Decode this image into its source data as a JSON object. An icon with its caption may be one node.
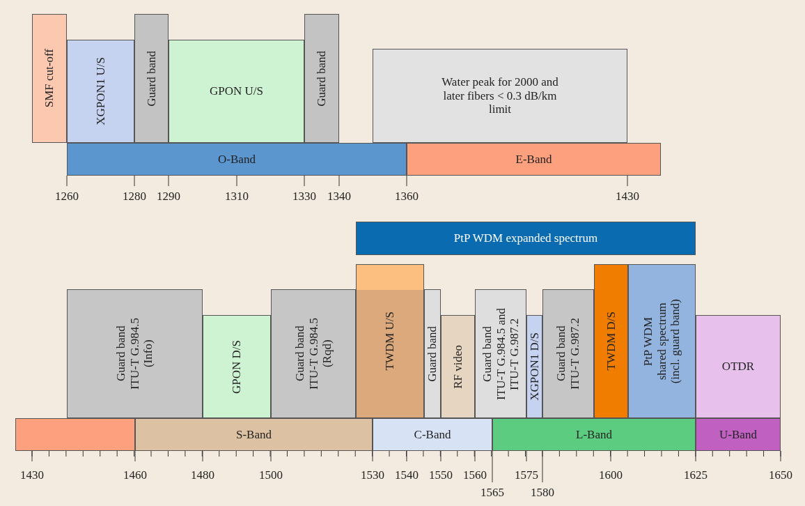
{
  "diagram": {
    "nodes": [
      {
        "text": [
          "SMF cut-off"
        ]
      },
      {
        "text": [
          "XGPON1 U/S"
        ]
      },
      {
        "text": [
          "Guard band"
        ]
      },
      {
        "text": [
          "GPON U/S"
        ]
      },
      {
        "text": [
          "Guard band"
        ]
      },
      {
        "text": [
          "Water peak for 2000 and later fibers < 0.3 dB/km limit"
        ]
      },
      {
        "text": [
          "O-Band"
        ]
      },
      {
        "text": [
          "E-Band"
        ]
      },
      {
        "text": [
          "PtP WDM expanded spectrum"
        ]
      },
      {
        "text": [
          "Guard band",
          "ITU-T G.984.5",
          "(Info)"
        ]
      },
      {
        "text": [
          "GPON D/S"
        ]
      },
      {
        "text": [
          "Guard band",
          "ITU-T G.984.5",
          "(Rqd)"
        ]
      },
      {
        "text": [
          "TWDM U/S"
        ]
      },
      {
        "text": [
          "Guard band"
        ]
      },
      {
        "text": [
          "RF video"
        ]
      },
      {
        "text": [
          "Guard band",
          "ITU-T G.984.5 and",
          "ITU-T G.987.2"
        ]
      },
      {
        "text": [
          "XGPON1 D/S"
        ]
      },
      {
        "text": [
          "Guard band",
          "ITU-T G.987.2"
        ]
      },
      {
        "text": [
          "TWDM D/S"
        ]
      },
      {
        "text": [
          "PtP WDM",
          "shared spectrum",
          "(incl. guard band)"
        ]
      },
      {
        "text": [
          "OTDR"
        ]
      },
      {
        "text": [],
        "shape": "bar"
      },
      {
        "text": [
          "S-Band"
        ]
      },
      {
        "text": [
          "C-Band"
        ]
      },
      {
        "text": [
          "L-Band"
        ]
      },
      {
        "text": [
          "U-Band"
        ]
      }
    ],
    "labels": [
      "1260",
      "1280",
      "1290",
      "1310",
      "1330",
      "1340",
      "1360",
      "1430",
      "1430",
      "1460",
      "1480",
      "1500",
      "1530",
      "1540",
      "1550",
      "1560",
      "1565",
      "1575",
      "1580",
      "1600",
      "1625",
      "1650"
    ]
  }
}
